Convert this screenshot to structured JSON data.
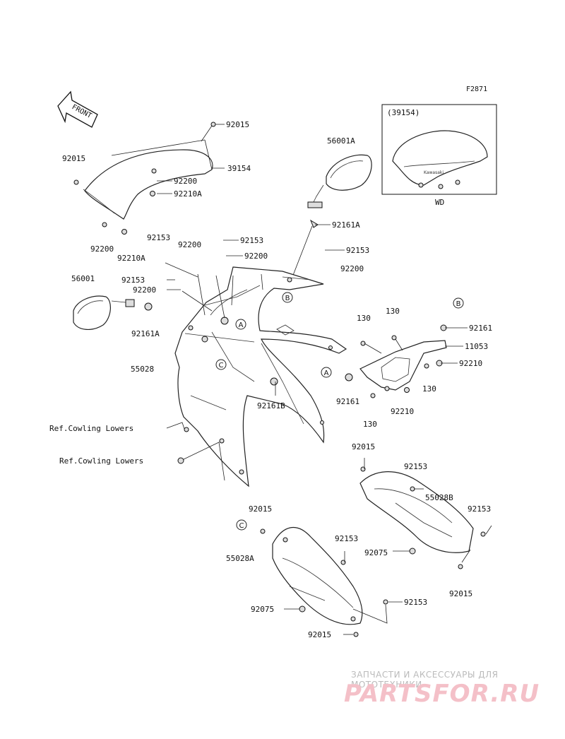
{
  "figure": {
    "code": "F2871"
  },
  "front_arrow": {
    "text": "FRONT"
  },
  "inset": {
    "part": "(39154)",
    "caption": "WD",
    "brand": "Kawasaki"
  },
  "callouts": {
    "a": "A",
    "b": "B",
    "c": "C"
  },
  "labels": {
    "p92015_top": "92015",
    "p92015_left": "92015",
    "p39154": "39154",
    "p92200_a": "92200",
    "p92210A_a": "92210A",
    "p92200_b": "92200",
    "p92210A_b": "92210A",
    "p56001A": "56001A",
    "p92161A_right": "92161A",
    "p92153_a": "92153",
    "p92200_c": "92200",
    "p92153_b": "92153",
    "p92200_d": "92200",
    "p92153_c": "92153",
    "p92200_e": "92200",
    "p56001": "56001",
    "p92153_d": "92153",
    "p92200_f": "92200",
    "p92161A_left": "92161A",
    "p55028": "55028",
    "p130_a": "130",
    "p130_b": "130",
    "p92161": "92161",
    "p11053": "11053",
    "p92210_a": "92210",
    "p130_c": "130",
    "p92161_b": "92161",
    "p92210_b": "92210",
    "p130_d": "130",
    "p92161B": "92161B",
    "ref_cowling_1": "Ref.Cowling Lowers",
    "ref_cowling_2": "Ref.Cowling Lowers",
    "p92015_c": "92015",
    "p92153_e": "92153",
    "p55028B": "55028B",
    "p92153_f": "92153",
    "p92075_a": "92075",
    "p92015_d": "92015",
    "p92015_e": "92015",
    "p92153_g": "92153",
    "p55028A": "55028A",
    "p92075_b": "92075",
    "p92153_h": "92153",
    "p92015_f": "92015"
  },
  "watermark": {
    "line1": "ЗАПЧАСТИ И АКСЕССУАРЫ ДЛЯ МОТОТЕХНИКИ",
    "line2": "PARTSFOR.RU"
  }
}
